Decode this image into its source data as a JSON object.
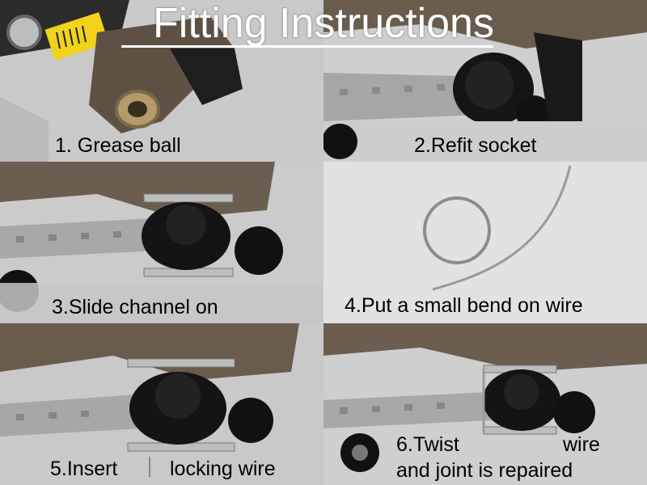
{
  "title": "Fitting Instructions",
  "steps": [
    {
      "caption": "1. Grease ball"
    },
    {
      "caption": "2.Refit socket"
    },
    {
      "caption": "3.Slide channel on"
    },
    {
      "caption": "4.Put a small bend on wire"
    },
    {
      "caption_a": "5.Insert",
      "caption_b": "locking wire"
    },
    {
      "caption_a": "6.Twist",
      "caption_b": "wire",
      "caption_c": "and joint is repaired"
    }
  ],
  "colors": {
    "metal": "#a9a9a9",
    "rubber": "#151515",
    "label_yellow": "#f2d21a",
    "rust": "#6b5a45",
    "title_text": "#ffffff"
  }
}
